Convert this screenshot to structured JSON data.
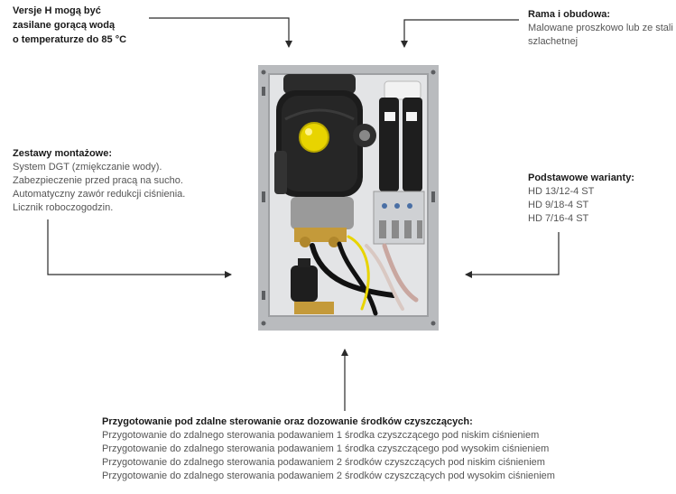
{
  "callouts": {
    "top_left": {
      "lines": [
        "Versje H mogą być",
        "zasilane gorącą wodą",
        "o temperaturze do 85 °C"
      ]
    },
    "top_right": {
      "title": "Rama i obudowa:",
      "lines": [
        "Malowane proszkowo lub ze stali",
        "szlachetnej"
      ]
    },
    "left": {
      "title": "Zestawy montażowe:",
      "lines": [
        "System DGT (zmiękczanie wody).",
        "Zabezpieczenie przed pracą na sucho.",
        "Automatyczny zawór redukcji ciśnienia.",
        "Licznik roboczogodzin."
      ]
    },
    "right": {
      "title": "Podstawowe warianty:",
      "lines": [
        "HD 13/12-4 ST",
        "HD 9/18-4 ST",
        "HD 7/16-4 ST"
      ]
    },
    "bottom": {
      "title": "Przygotowanie pod zdalne sterowanie oraz dozowanie środków czyszczących:",
      "lines": [
        "Przygotowanie do zdalnego sterowania podawaniem 1 środka czyszczącego pod niskim ciśnieniem",
        "Przygotowanie do zdalnego sterowania podawaniem 1 środka czyszczącego pod wysokim ciśnieniem",
        "Przygotowanie do zdalnego sterowania podawaniem 2 środków czyszczących pod niskim ciśnieniem",
        "Przygotowanie do zdalnego sterowania podawaniem 2 środków czyszczących pod wysokim ciśnieniem"
      ]
    }
  },
  "colors": {
    "arrow": "#2a2a2a",
    "frame": "#b9bbbe",
    "motor": "#1c1c1c",
    "accent_yellow": "#e8d400"
  }
}
